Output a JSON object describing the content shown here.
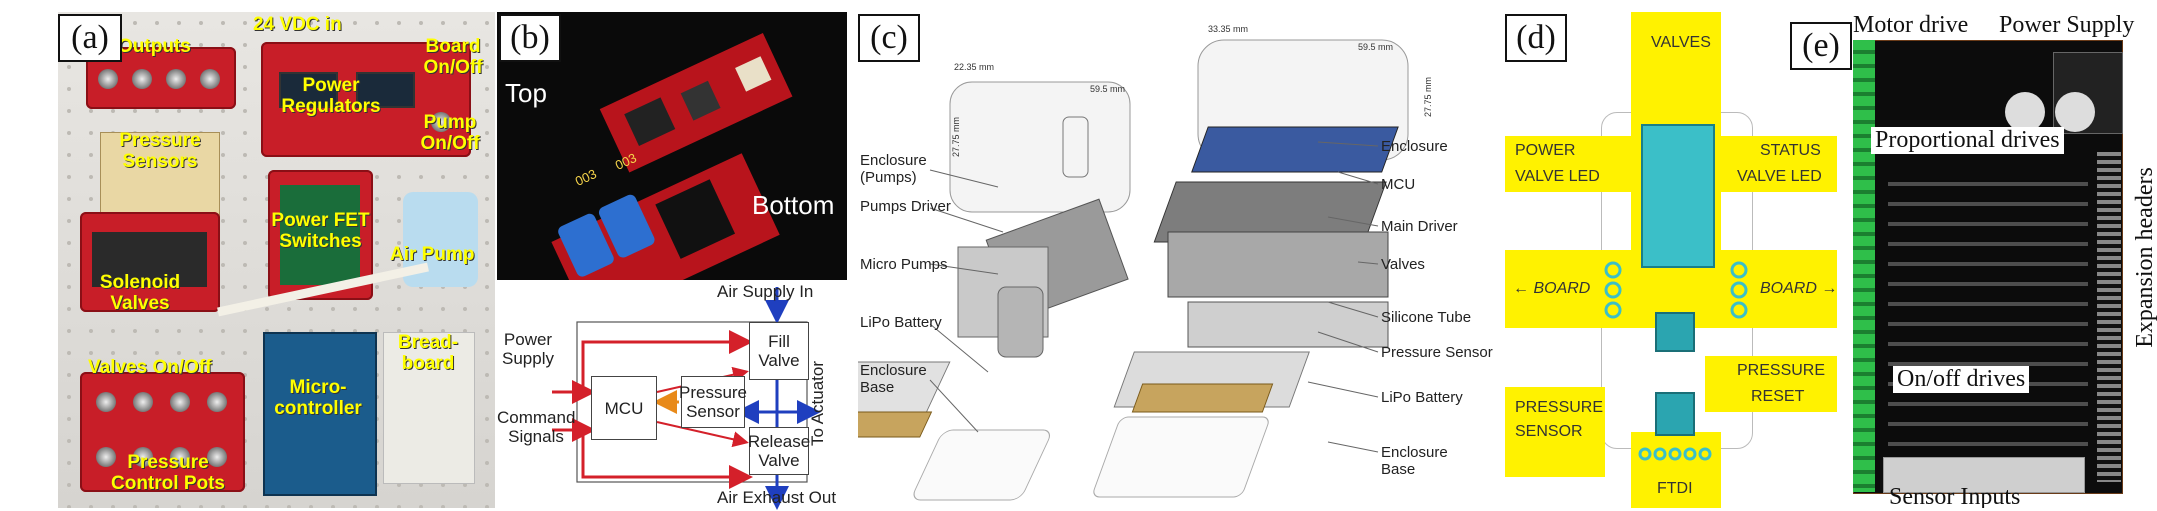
{
  "panels": {
    "a": {
      "tag": "(a)",
      "labels": {
        "outputs": "Outputs",
        "vdc": "24 VDC in",
        "board_onoff": "Board On/Off",
        "pressure_sensors": "Pressure Sensors",
        "power_regulators": "Power Regulators",
        "pump_onoff": "Pump On/Off",
        "power_fet": "Power FET Switches",
        "air_pump": "Air Pump",
        "solenoid_valves": "Solenoid Valves",
        "valves_onoff": "Valves On/Off",
        "microcontroller": "Micro-controller",
        "breadboard": "Bread-board",
        "pressure_pots": "Pressure Control Pots"
      }
    },
    "b": {
      "tag": "(b)",
      "top_label": "Top",
      "bottom_label": "Bottom",
      "chip_text": "003",
      "diagram": {
        "air_supply": "Air Supply In",
        "power_supply": "Power Supply",
        "command_signals": "Command Signals",
        "mcu": "MCU",
        "pressure_sensor": "Pressure Sensor",
        "fill_valve": "Fill Valve",
        "release_valve": "Release Valve",
        "to_actuator": "To Actuator",
        "air_exhaust": "Air Exhaust Out"
      }
    },
    "c": {
      "tag": "(c)",
      "left": [
        "Enclosure (Pumps)",
        "Pumps Driver",
        "Micro Pumps",
        "LiPo Battery",
        "Enclosure Base"
      ],
      "right": [
        "Enclosure",
        "MCU",
        "Main Driver",
        "Valves",
        "Silicone Tube",
        "Pressure Sensor",
        "LiPo Battery",
        "Enclosure Base"
      ],
      "dims": [
        "22.35 mm",
        "59.5 mm",
        "27.75 mm",
        "33.35 mm",
        "59.5 mm",
        "27.75 mm"
      ]
    },
    "d": {
      "tag": "(d)",
      "valves": "VALVES",
      "power": "POWER",
      "valve_led_l": "VALVE LED",
      "status": "STATUS",
      "valve_led_r": "VALVE LED",
      "board_l": "← BOARD",
      "board_r": "BOARD →",
      "pressure": "PRESSURE",
      "reset": "RESET",
      "pressure_sensor": "PRESSURE SENSOR",
      "ftdi": "FTDI"
    },
    "e": {
      "tag": "(e)",
      "motor_drive": "Motor drive",
      "power_supply": "Power Supply",
      "proportional": "Proportional drives",
      "onoff": "On/off drives",
      "sensor_inputs": "Sensor Inputs",
      "expansion": "Expansion headers"
    }
  },
  "colors": {
    "yellow": "#fff200",
    "board_red": "#c81e28",
    "teal": "#3bbfc8",
    "red_arrow": "#d4202a",
    "blue_arrow": "#1f3fbf",
    "orange_arrow": "#e88a1a"
  }
}
